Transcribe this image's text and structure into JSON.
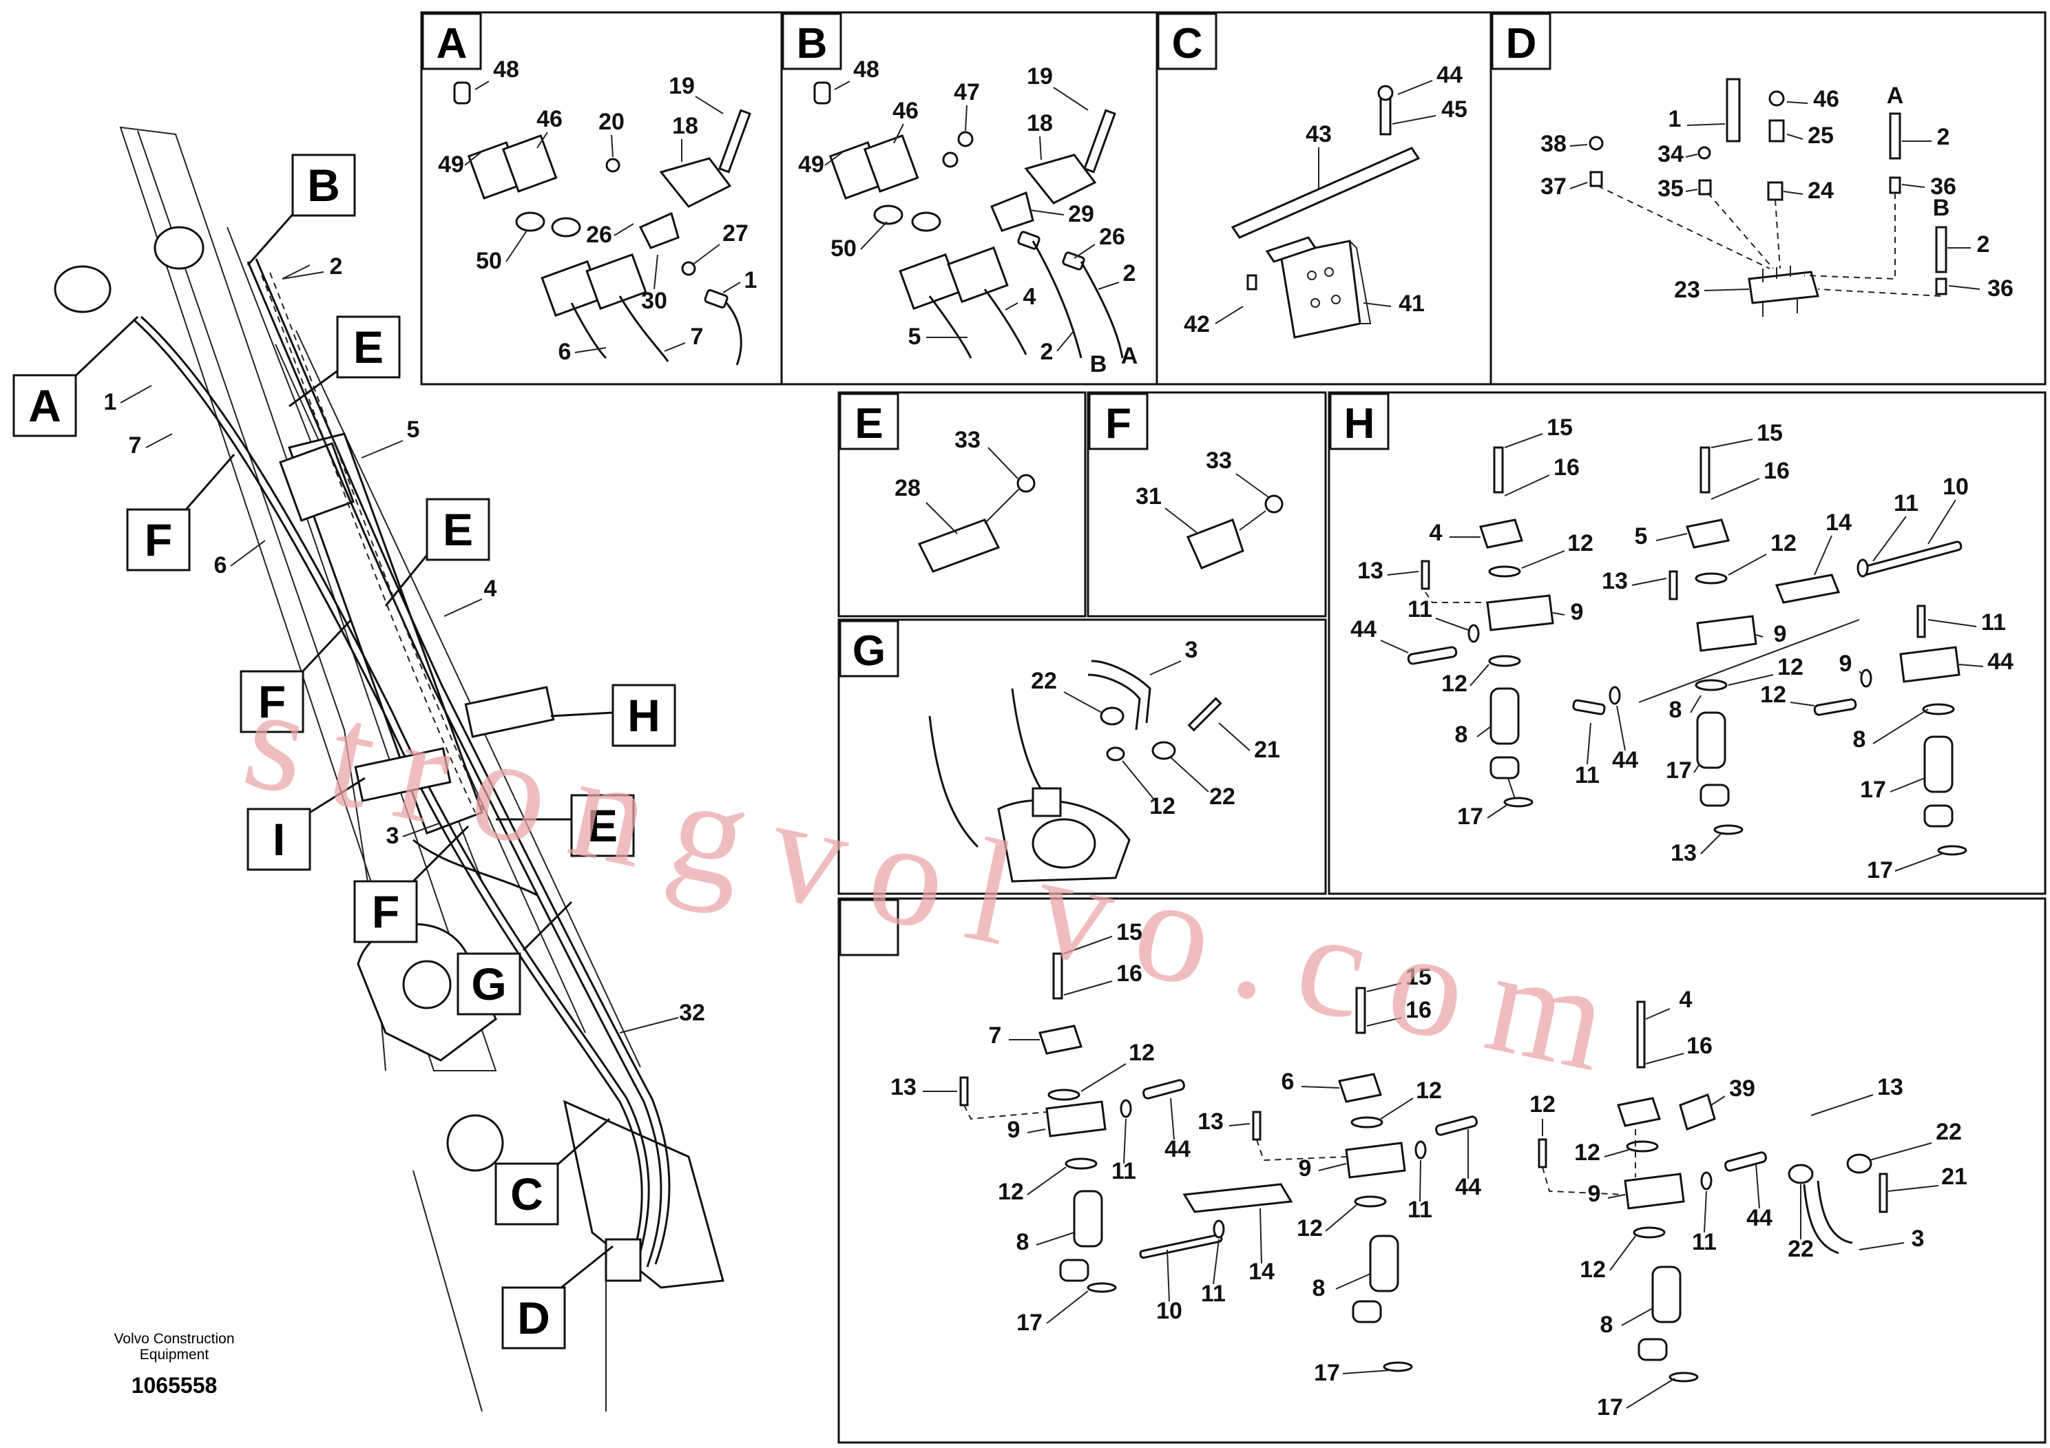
{
  "footer": {
    "company_line1": "Volvo Construction",
    "company_line2": "Equipment",
    "document_number": "1065558"
  },
  "watermark": "strongvolvo.com",
  "overview": {
    "callouts": [
      {
        "id": "A",
        "label": "A"
      },
      {
        "id": "B",
        "label": "B"
      },
      {
        "id": "E1",
        "label": "E"
      },
      {
        "id": "F1",
        "label": "F"
      },
      {
        "id": "E2",
        "label": "E"
      },
      {
        "id": "F2",
        "label": "F"
      },
      {
        "id": "H",
        "label": "H"
      },
      {
        "id": "I",
        "label": "I"
      },
      {
        "id": "E3",
        "label": "E"
      },
      {
        "id": "F3",
        "label": "F"
      },
      {
        "id": "G",
        "label": "G"
      },
      {
        "id": "C",
        "label": "C"
      },
      {
        "id": "D",
        "label": "D"
      }
    ],
    "part_numbers": [
      "1",
      "2",
      "7",
      "6",
      "5",
      "4",
      "3",
      "32"
    ]
  },
  "panels": [
    {
      "id": "A",
      "title": "A",
      "parts": [
        "48",
        "49",
        "46",
        "20",
        "19",
        "18",
        "50",
        "26",
        "30",
        "27",
        "1",
        "6",
        "7"
      ]
    },
    {
      "id": "B",
      "title": "B",
      "parts": [
        "48",
        "49",
        "46",
        "47",
        "19",
        "18",
        "29",
        "50",
        "26",
        "4",
        "5",
        "2",
        "2"
      ],
      "letters": [
        "B",
        "A"
      ]
    },
    {
      "id": "C",
      "title": "C",
      "parts": [
        "44",
        "45",
        "43",
        "42",
        "41"
      ]
    },
    {
      "id": "D",
      "title": "D",
      "parts": [
        "1",
        "46",
        "25",
        "38",
        "34",
        "37",
        "35",
        "24",
        "2",
        "36",
        "2",
        "36",
        "23"
      ],
      "letters": [
        "A",
        "B"
      ]
    },
    {
      "id": "E",
      "title": "E",
      "parts": [
        "33",
        "28"
      ]
    },
    {
      "id": "F",
      "title": "F",
      "parts": [
        "33",
        "31"
      ]
    },
    {
      "id": "G",
      "title": "G",
      "parts": [
        "3",
        "22",
        "21",
        "12",
        "22"
      ]
    },
    {
      "id": "H",
      "title": "H",
      "parts": [
        "15",
        "16",
        "4",
        "13",
        "12",
        "11",
        "9",
        "44",
        "12",
        "8",
        "17",
        "15",
        "16",
        "5",
        "12",
        "13",
        "14",
        "11",
        "10",
        "9",
        "12",
        "11",
        "44",
        "8",
        "17",
        "13",
        "11",
        "9",
        "44",
        "12",
        "8",
        "17"
      ]
    },
    {
      "id": "I",
      "title": "",
      "parts": [
        "15",
        "16",
        "7",
        "12",
        "13",
        "9",
        "44",
        "11",
        "12",
        "8",
        "17",
        "15",
        "16",
        "6",
        "12",
        "13",
        "9",
        "44",
        "11",
        "12",
        "14",
        "10",
        "11",
        "8",
        "17",
        "4",
        "16",
        "39",
        "12",
        "13",
        "12",
        "9",
        "44",
        "11",
        "22",
        "21",
        "22",
        "3",
        "12",
        "8",
        "17"
      ]
    }
  ]
}
